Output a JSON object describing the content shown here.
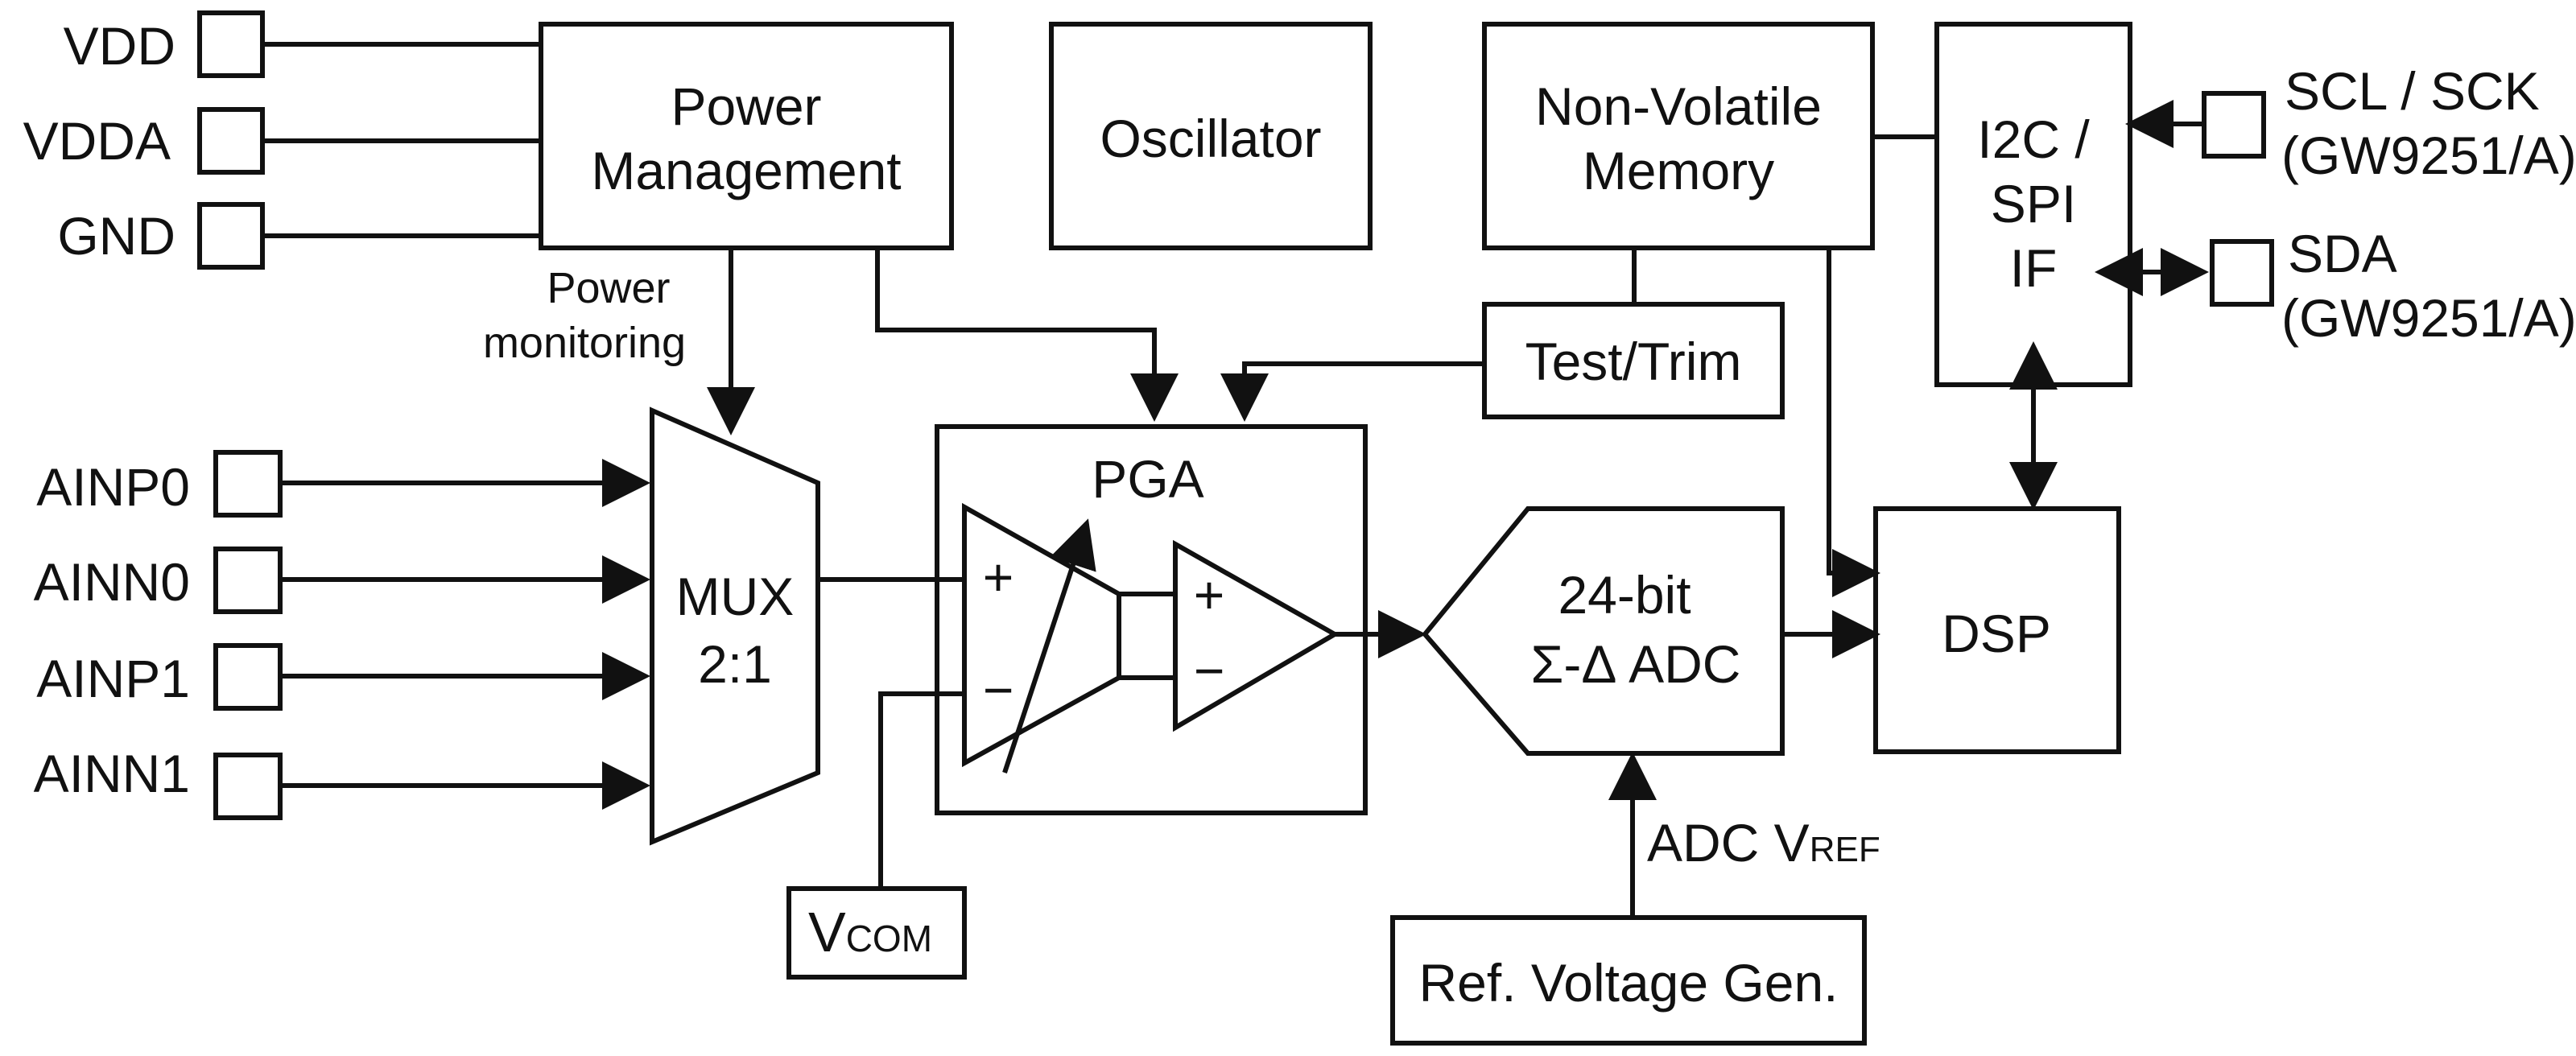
{
  "colors": {
    "stroke": "#111111",
    "background": "#ffffff"
  },
  "pins_left": [
    {
      "label": "VDD"
    },
    {
      "label": "VDDA"
    },
    {
      "label": "GND"
    }
  ],
  "pins_input": [
    {
      "label": "AINP0"
    },
    {
      "label": "AINN0"
    },
    {
      "label": "AINP1"
    },
    {
      "label": "AINN1"
    }
  ],
  "pins_right": {
    "scl": {
      "line1": "SCL / SCK",
      "line2": "(GW9251/A)"
    },
    "sda": {
      "line1": "SDA",
      "line2": "(GW9251/A)"
    }
  },
  "blocks": {
    "power": {
      "line1": "Power",
      "line2": "Management"
    },
    "power_monitor": {
      "line1": "Power",
      "line2": "monitoring"
    },
    "oscillator": {
      "label": "Oscillator"
    },
    "nvm": {
      "line1": "Non-Volatile",
      "line2": "Memory"
    },
    "interface": {
      "line1": "I2C /",
      "line2": "SPI",
      "line3": "IF"
    },
    "test_trim": {
      "label": "Test/Trim"
    },
    "mux": {
      "line1": "MUX",
      "line2": "2:1"
    },
    "pga": {
      "label": "PGA",
      "plus": "+",
      "minus": "−"
    },
    "adc": {
      "line1": "24-bit",
      "line2": "Σ-Δ ADC"
    },
    "dsp": {
      "label": "DSP"
    },
    "vcom": {
      "main": "V",
      "sub": "COM"
    },
    "adc_vref": {
      "main": "ADC V",
      "sub": "REF"
    },
    "ref_gen": {
      "label": "Ref. Voltage Gen."
    }
  }
}
